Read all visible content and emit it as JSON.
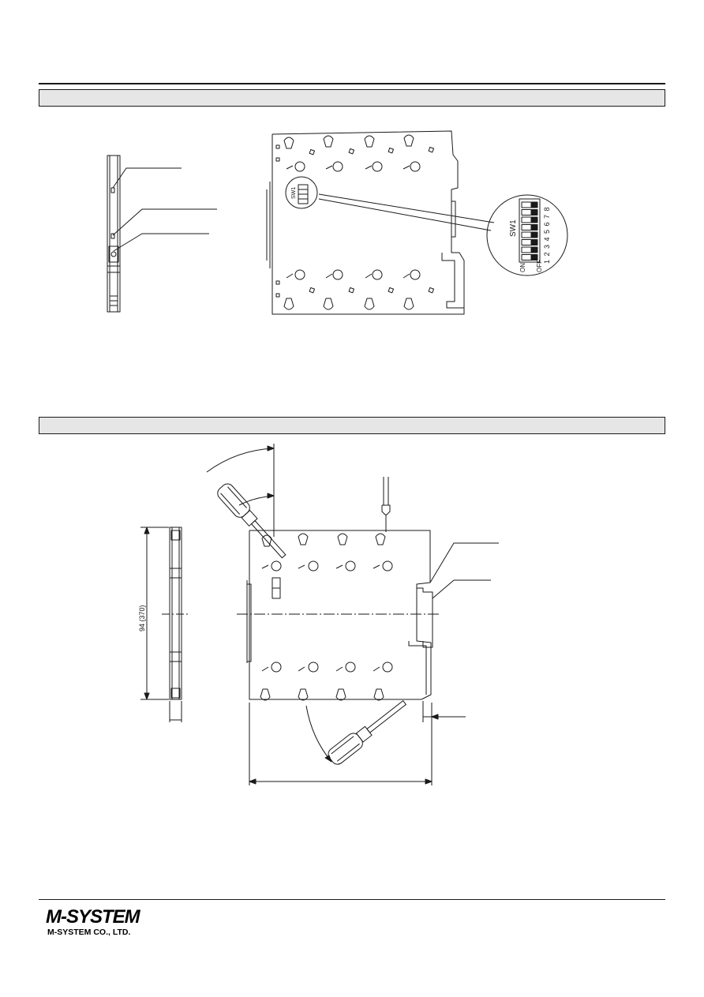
{
  "section1": {
    "label": ""
  },
  "section2": {
    "label": ""
  },
  "switch_detail": {
    "name": "SW1",
    "on_label": "ON",
    "off_label": "OFF",
    "positions": [
      "1",
      "2",
      "3",
      "4",
      "5",
      "6",
      "7",
      "8"
    ]
  },
  "panel_switch_label": "SW1",
  "dimensions": {
    "height_label": "94 (370)"
  },
  "footer": {
    "logo": "M-SYSTEM",
    "company": "M-SYSTEM CO., LTD."
  }
}
